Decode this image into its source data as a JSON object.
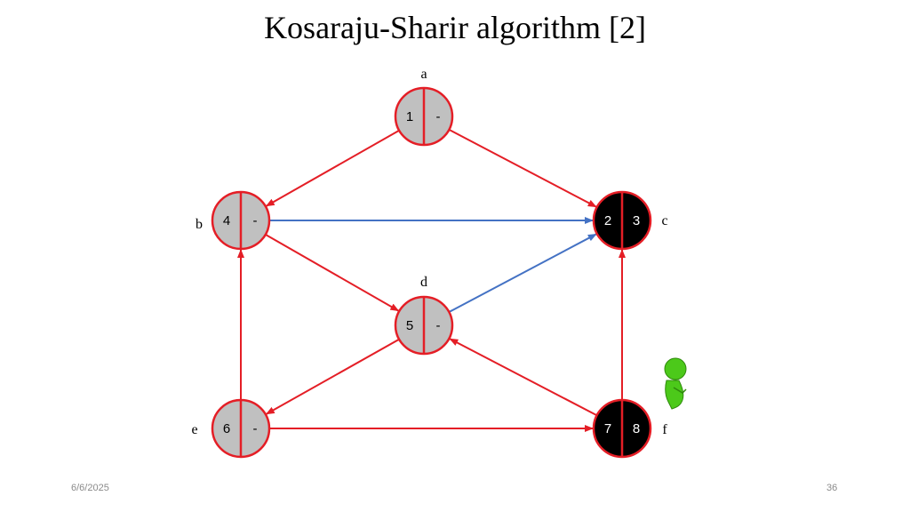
{
  "title": "Kosaraju-Sharir algorithm [2]",
  "footer": {
    "date": "6/6/2025",
    "page": "36"
  },
  "colors": {
    "tree_edge": "#e41e26",
    "cross_edge": "#4472c4",
    "node_open_fill": "#c0c0c0",
    "node_done_fill": "#000000",
    "node_border": "#e41e26",
    "person": "#4cc91a"
  },
  "nodes": [
    {
      "id": "a",
      "label": "a",
      "pre": "1",
      "post": "-",
      "state": "open"
    },
    {
      "id": "b",
      "label": "b",
      "pre": "4",
      "post": "-",
      "state": "open"
    },
    {
      "id": "c",
      "label": "c",
      "pre": "2",
      "post": "3",
      "state": "done"
    },
    {
      "id": "d",
      "label": "d",
      "pre": "5",
      "post": "-",
      "state": "open"
    },
    {
      "id": "e",
      "label": "e",
      "pre": "6",
      "post": "-",
      "state": "open"
    },
    {
      "id": "f",
      "label": "f",
      "pre": "7",
      "post": "8",
      "state": "done"
    }
  ],
  "edges": [
    {
      "from": "a",
      "to": "b",
      "kind": "tree"
    },
    {
      "from": "a",
      "to": "c",
      "kind": "tree"
    },
    {
      "from": "b",
      "to": "c",
      "kind": "cross"
    },
    {
      "from": "b",
      "to": "d",
      "kind": "tree"
    },
    {
      "from": "d",
      "to": "c",
      "kind": "cross"
    },
    {
      "from": "d",
      "to": "e",
      "kind": "tree"
    },
    {
      "from": "e",
      "to": "b",
      "kind": "tree"
    },
    {
      "from": "e",
      "to": "f",
      "kind": "tree"
    },
    {
      "from": "f",
      "to": "d",
      "kind": "tree"
    },
    {
      "from": "f",
      "to": "c",
      "kind": "tree"
    }
  ],
  "marker": {
    "icon": "person-icon",
    "near": "f"
  }
}
